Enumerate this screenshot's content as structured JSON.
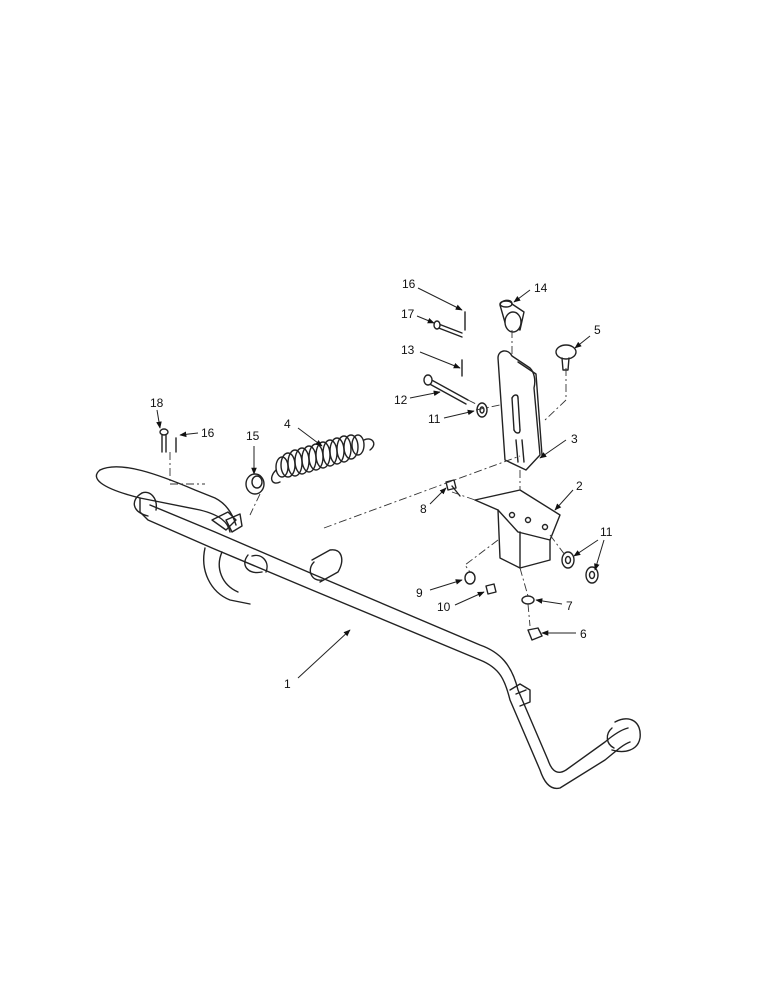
{
  "diagram": {
    "callouts": [
      {
        "id": "c1",
        "text": "1"
      },
      {
        "id": "c2",
        "text": "2"
      },
      {
        "id": "c3",
        "text": "3"
      },
      {
        "id": "c4",
        "text": "4"
      },
      {
        "id": "c5",
        "text": "5"
      },
      {
        "id": "c6",
        "text": "6"
      },
      {
        "id": "c7",
        "text": "7"
      },
      {
        "id": "c8",
        "text": "8"
      },
      {
        "id": "c9",
        "text": "9"
      },
      {
        "id": "c10",
        "text": "10"
      },
      {
        "id": "c11a",
        "text": "11"
      },
      {
        "id": "c11b",
        "text": "11"
      },
      {
        "id": "c12",
        "text": "12"
      },
      {
        "id": "c13",
        "text": "13"
      },
      {
        "id": "c14",
        "text": "14"
      },
      {
        "id": "c15",
        "text": "15"
      },
      {
        "id": "c16a",
        "text": "16"
      },
      {
        "id": "c16b",
        "text": "16"
      },
      {
        "id": "c17",
        "text": "17"
      },
      {
        "id": "c18",
        "text": "18"
      }
    ]
  }
}
